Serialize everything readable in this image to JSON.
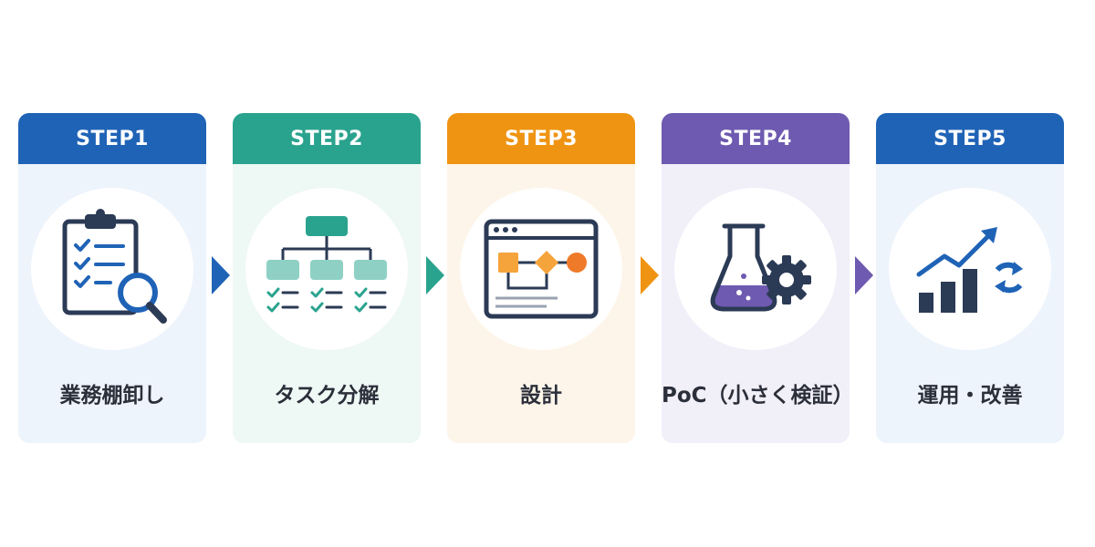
{
  "steps": [
    {
      "step": "STEP1",
      "label": "業務棚卸し",
      "icon": "clipboard-search-icon",
      "color": "#1f63b6",
      "bg": "#eef4fc"
    },
    {
      "step": "STEP2",
      "label": "タスク分解",
      "icon": "task-hierarchy-icon",
      "color": "#2aa38e",
      "bg": "#eef8f4"
    },
    {
      "step": "STEP3",
      "label": "設計",
      "icon": "window-flowchart-icon",
      "color": "#ef9412",
      "bg": "#fdf5e9"
    },
    {
      "step": "STEP4",
      "label": "PoC（小さく検証）",
      "icon": "flask-gear-icon",
      "color": "#6e5ab0",
      "bg": "#f1eff8"
    },
    {
      "step": "STEP5",
      "label": "運用・改善",
      "icon": "growth-cycle-icon",
      "color": "#1f63b6",
      "bg": "#eef4fc"
    }
  ],
  "colors": {
    "navy": "#2b3a55",
    "arrow_1": "#1f63b6",
    "arrow_2": "#2aa38e",
    "arrow_3": "#ef9412",
    "arrow_4": "#6e5ab0"
  }
}
